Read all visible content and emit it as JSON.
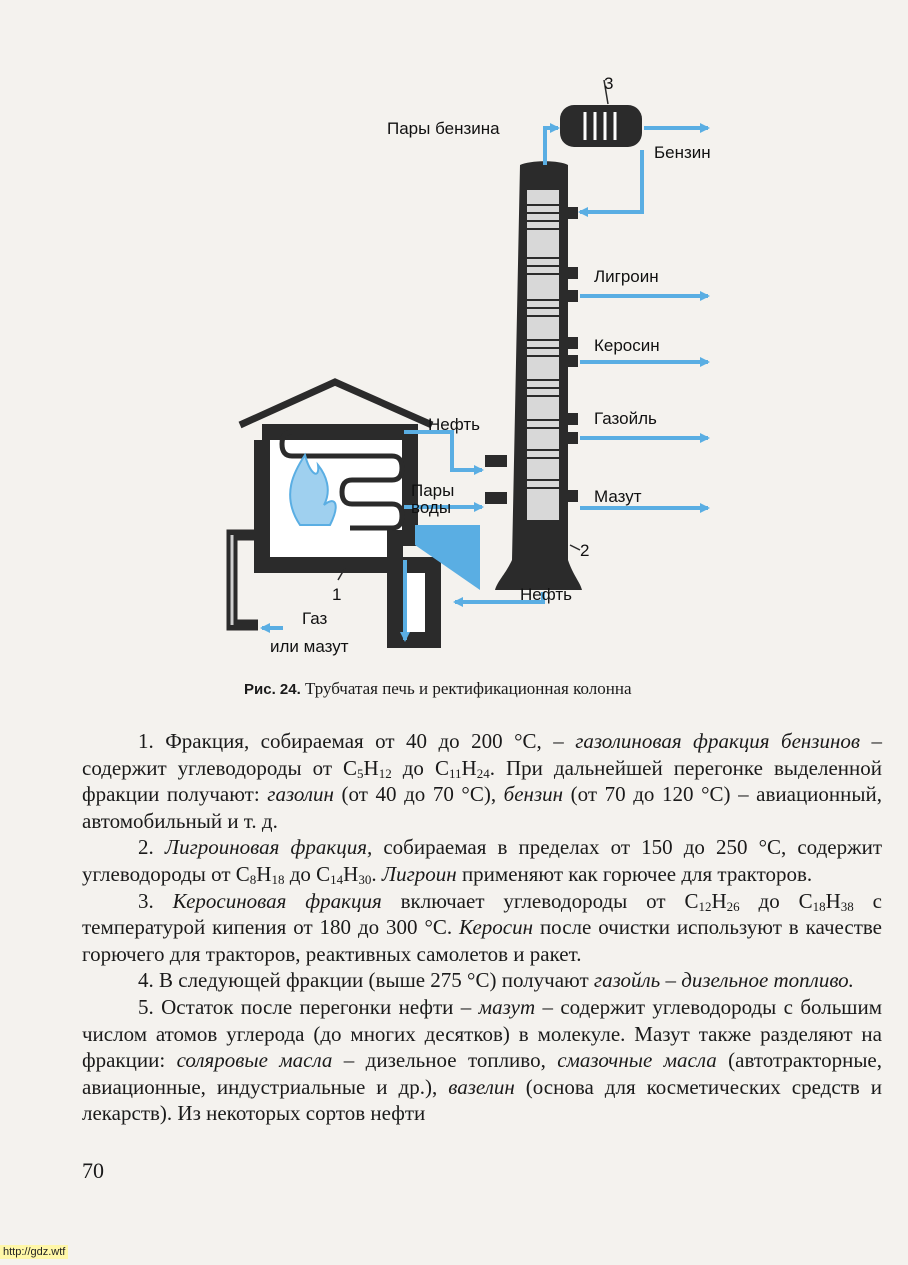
{
  "figure": {
    "labels": {
      "vapors_gasoline": "Пары бензина",
      "num3": "3",
      "gasoline": "Бензин",
      "ligroin": "Лигроин",
      "kerosene": "Керосин",
      "gasoil": "Газойль",
      "oil_in": "Нефть",
      "steam_line1": "Пары",
      "steam_line2": "воды",
      "mazut": "Мазут",
      "num2": "2",
      "num1": "1",
      "oil_bottom": "Нефть",
      "gas_line1": "Газ",
      "gas_line2": "или мазут"
    },
    "caption_num": "Рис. 24.",
    "caption_text": "Трубчатая печь и ректификационная колонна"
  },
  "colors": {
    "flow": "#5aaee3",
    "equipment": "#2b2b2b"
  },
  "paragraphs": {
    "p1": {
      "a": "1. Фракция, собираемая от 40 до 200 °С, – ",
      "b": "газолиновая фракция бензинов",
      "c": " – содержит углеводороды от C",
      "c1": "5",
      "c2": "H",
      "c3": "12",
      "c4": " до C",
      "c5": "11",
      "c6": "H",
      "c7": "24",
      "d": ". При дальнейшей перегонке выделенной фракции получают: ",
      "e": "газолин",
      "f": " (от 40 до 70 °С), ",
      "g": "бензин",
      "h": " (от 70 до 120 °С) – авиационный, автомобильный и т. д."
    },
    "p2": {
      "a": "2. ",
      "b": "Лигроиновая фракция,",
      "c": " собираемая в пределах от 150 до 250 °С, содержит углеводороды от C",
      "c1": "8",
      "c2": "H",
      "c3": "18",
      "c4": " до C",
      "c5": "14",
      "c6": "H",
      "c7": "30",
      "d": ". ",
      "e": "Лигроин",
      "f": " применяют как горючее для тракторов."
    },
    "p3": {
      "a": "3. ",
      "b": "Керосиновая фракция",
      "c": " включает углеводороды от C",
      "c1": "12",
      "c2": "H",
      "c3": "26",
      "c4": " до C",
      "c5": "18",
      "c6": "H",
      "c7": "38",
      "d": " с температурой кипения от 180 до 300 °С. ",
      "e": "Керосин",
      "f": " после очистки используют в качестве горючего для тракторов, реактивных самолетов и ракет."
    },
    "p4": {
      "a": "4. В следующей фракции (выше 275 °С) получают ",
      "b": "газойль",
      "c": " – ",
      "d": "дизельное топливо."
    },
    "p5": {
      "a": "5. Остаток после перегонки нефти – ",
      "b": "мазут",
      "c": " – содержит углеводороды с большим числом атомов углерода (до многих десятков) в молекуле. Мазут также разделяют на фракции: ",
      "d": "соляровые масла",
      "e": " – дизельное топливо, ",
      "f": "смазочные масла",
      "g": " (автотракторные, авиационные, индустриальные и др.), ",
      "h": "вазелин",
      "i": " (основа для косметических средств и лекарств). Из некоторых сортов нефти"
    }
  },
  "page_number": "70",
  "watermark": "http://gdz.wtf"
}
